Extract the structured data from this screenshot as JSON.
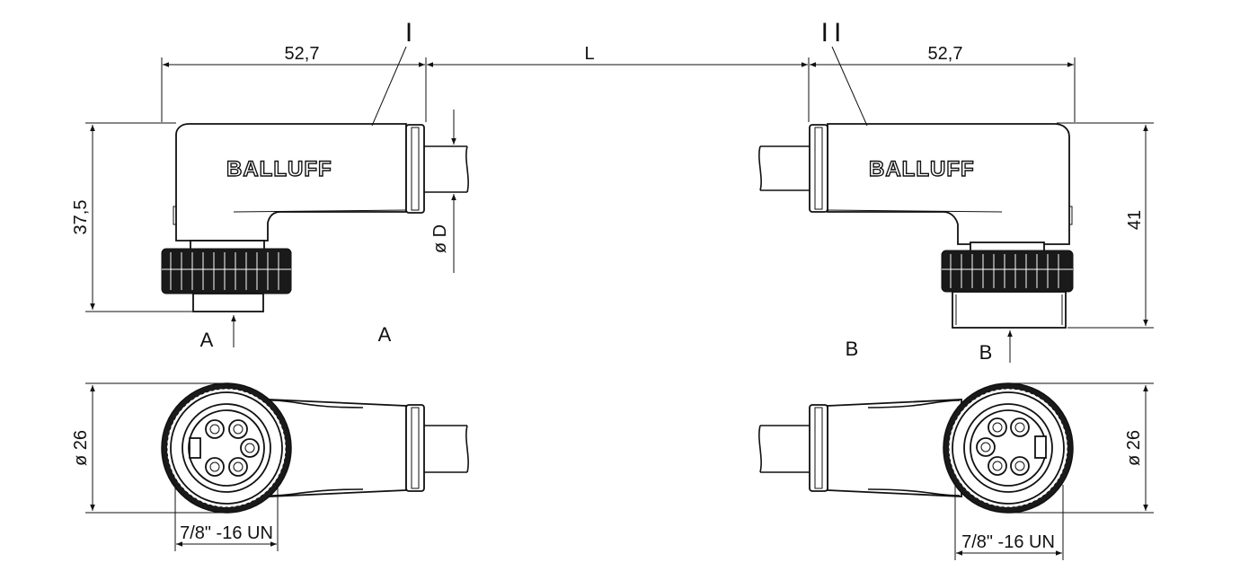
{
  "drawing": {
    "brand": "BALLUFF",
    "dimensions": {
      "length_left": "52,7",
      "length_mid": "L",
      "length_right": "52,7",
      "height_left": "37,5",
      "height_right": "41",
      "diameter_cable": "ø D",
      "diameter_left": "ø 26",
      "diameter_right": "ø 26",
      "thread_left": "7/8\" -16 UN",
      "thread_right": "7/8\" -16 UN"
    },
    "markers": {
      "side_left": "I",
      "side_right": "II",
      "view_a_arrow": "A",
      "view_a_label": "A",
      "view_b_label": "B",
      "view_b_arrow": "B"
    }
  }
}
